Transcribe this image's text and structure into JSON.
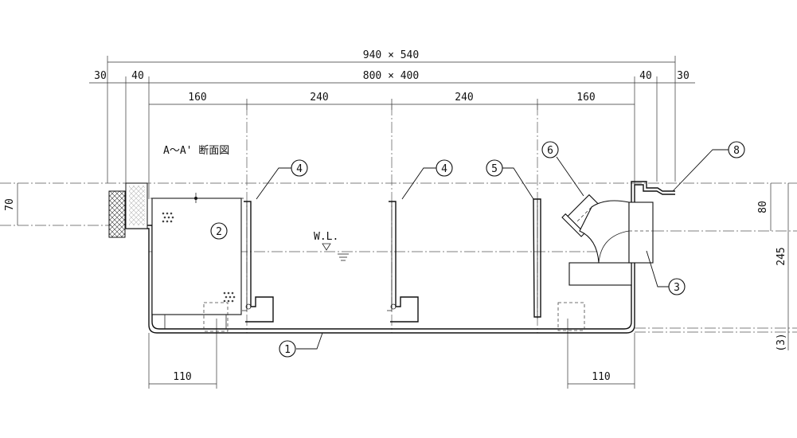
{
  "title": "A～A' 断面図",
  "dimensions": {
    "overall": "940 × 540",
    "inner": "800 × 400",
    "flange_left_outer": "30",
    "flange_left_inner": "40",
    "flange_right_inner": "40",
    "flange_right_outer": "30",
    "segments": [
      "160",
      "240",
      "240",
      "160"
    ],
    "height_left": "70",
    "height_right_top": "80",
    "height_right_total": "245",
    "bottom_thickness": "(3)",
    "bottom_left": "110",
    "bottom_right": "110"
  },
  "water_level": "W.L.",
  "callouts": {
    "body": "1",
    "basket": "2",
    "outlet": "3",
    "baffle_a": "4",
    "baffle_b": "4",
    "baffle_c": "5",
    "elbow": "6",
    "bracket": "8"
  }
}
